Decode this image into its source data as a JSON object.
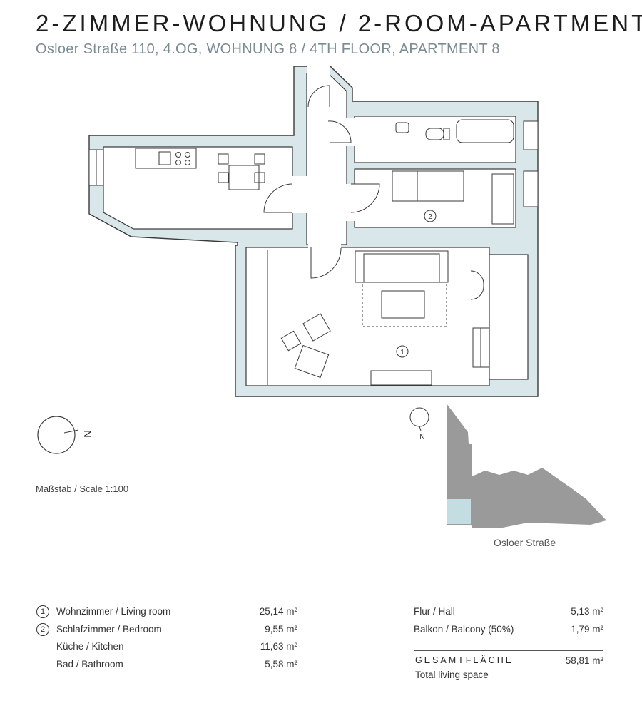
{
  "header": {
    "title": "2-ZIMMER-WOHNUNG / 2-ROOM-APARTMENT",
    "subtitle": "Osloer Straße 110, 4.OG, WOHNUNG 8 / 4TH FLOOR, APARTMENT 8"
  },
  "plan": {
    "room_markers": [
      {
        "number": "1",
        "room": "Wohnzimmer / Living room"
      },
      {
        "number": "2",
        "room": "Schlafzimmer / Bedroom"
      }
    ],
    "north_label": "N",
    "scale_text": "Maßstab / Scale 1:100"
  },
  "site": {
    "north_label": "N",
    "street_label": "Osloer Straße"
  },
  "colors": {
    "wall_fill": "#d9e6ea",
    "line": "#3a3a3a",
    "building_gray": "#9a9a9a",
    "unit_highlight": "#c4dde2"
  },
  "areas": {
    "left": [
      {
        "number": "1",
        "label": "Wohnzimmer / Living room",
        "value": "25,14 m²"
      },
      {
        "number": "2",
        "label": "Schlafzimmer / Bedroom",
        "value": "9,55 m²"
      },
      {
        "number": "",
        "label": "Küche / Kitchen",
        "value": "11,63 m²"
      },
      {
        "number": "",
        "label": "Bad / Bathroom",
        "value": "5,58 m²"
      }
    ],
    "right": [
      {
        "label": "Flur / Hall",
        "value": "5,13 m²"
      },
      {
        "label": "Balkon / Balcony (50%)",
        "value": "1,79 m²"
      }
    ],
    "total": {
      "label": "GESAMTFLÄCHE",
      "sublabel": "Total living space",
      "value": "58,81 m²"
    }
  }
}
